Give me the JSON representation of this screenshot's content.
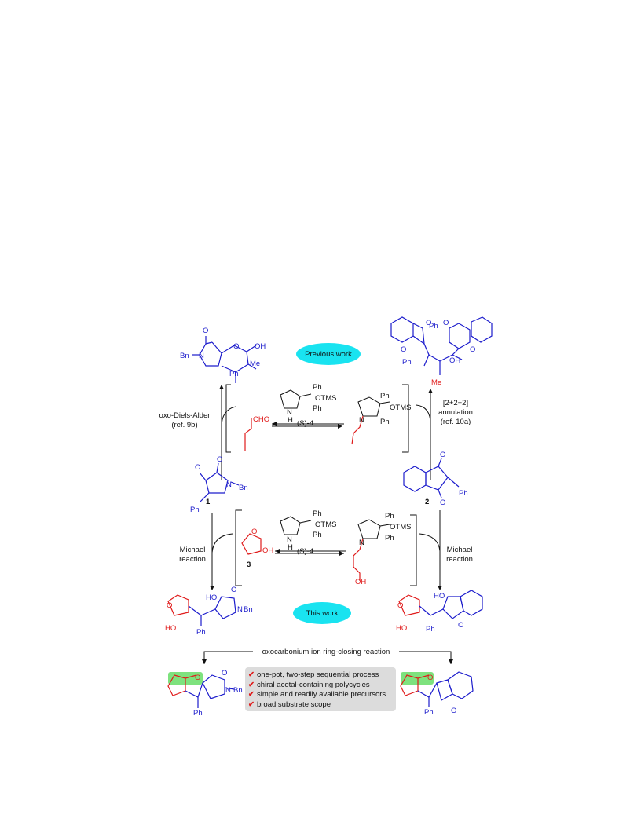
{
  "bubbles": {
    "previous": "Previous work",
    "current": "This work"
  },
  "reactions": {
    "top_left": {
      "line1": "oxo-Diels-Alder",
      "line2": "(ref. 9b)"
    },
    "top_right": {
      "line1": "[2+2+2]",
      "line2": "annulation",
      "line3": "(ref. 10a)"
    },
    "mid_left": {
      "line1": "Michael",
      "line2": "reaction"
    },
    "mid_right": {
      "line1": "Michael",
      "line2": "reaction"
    },
    "bottom": "oxocarbonium ion ring-closing reaction"
  },
  "catalyst": {
    "label_top": "(S)-4",
    "label_bottom": "(S)-4",
    "ph": "Ph",
    "otms": "OTMS",
    "nh": "N",
    "h": "H"
  },
  "compounds": {
    "c1": "1",
    "c2": "2",
    "c3": "3"
  },
  "atoms": {
    "o": "O",
    "oh": "OH",
    "ho": "HO",
    "n": "N",
    "bn": "Bn",
    "me": "Me",
    "ph": "Ph",
    "cho": "CHO"
  },
  "features": [
    "one-pot, two-step sequential process",
    "chiral acetal-containing polycycles",
    "simple and readily available precursors",
    "broad substrate scope"
  ],
  "colors": {
    "blue": "#1c1ccc",
    "red": "#e01b1b",
    "cyan": "#19e3f0",
    "green": "#7ee27e",
    "grey": "#dcdcdc"
  }
}
